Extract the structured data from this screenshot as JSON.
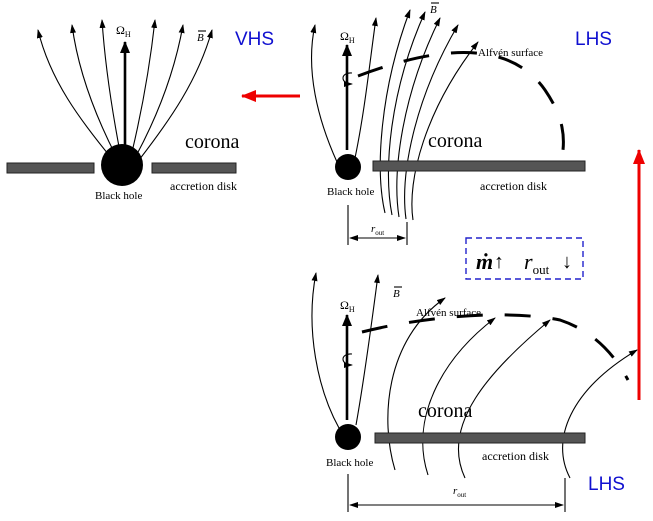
{
  "colors": {
    "state_label": "#1010d0",
    "transition_arrow": "#ee0000",
    "disk": "#555555",
    "box_border": "#2222cc"
  },
  "panel_vhs": {
    "state_label": "VHS",
    "omega_label": "Ω",
    "omega_sub": "H",
    "b_label": "B",
    "corona_label": "corona",
    "hole_label": "Black hole",
    "disk_label": "accretion disk"
  },
  "panel_lhs_top": {
    "state_label": "LHS",
    "omega_label": "Ω",
    "omega_sub": "H",
    "b_label": "B",
    "alfven_label": "Alfvén surface",
    "corona_label": "corona",
    "hole_label": "Black hole",
    "disk_label": "accretion disk",
    "rout_label": "r",
    "rout_sub": "out"
  },
  "relation_box": {
    "mdot": "ṁ",
    "up_arrow": "↑",
    "r": "r",
    "r_sub": "out",
    "down_arrow": "↓"
  },
  "panel_lhs_bottom": {
    "state_label": "LHS",
    "omega_label": "Ω",
    "omega_sub": "H",
    "b_label": "B",
    "alfven_label": "Alfvén surface",
    "corona_label": "corona",
    "hole_label": "Black hole",
    "disk_label": "accretion disk",
    "rout_label": "r",
    "rout_sub": "out"
  }
}
